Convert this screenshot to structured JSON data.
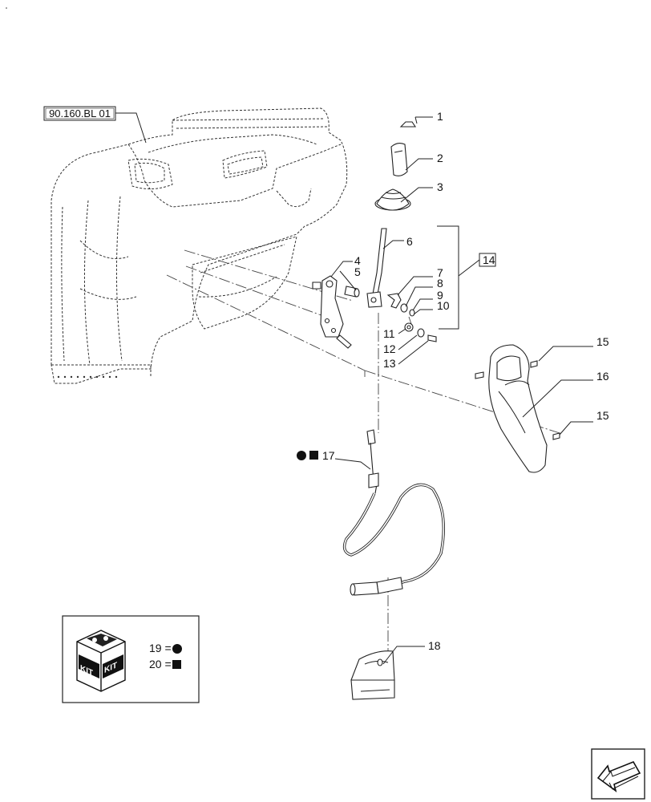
{
  "reference": {
    "text": "90.160.BL 01"
  },
  "callouts": [
    {
      "id": "c1",
      "text": "1"
    },
    {
      "id": "c2",
      "text": "2"
    },
    {
      "id": "c3",
      "text": "3"
    },
    {
      "id": "c4",
      "text": "4"
    },
    {
      "id": "c5",
      "text": "5"
    },
    {
      "id": "c6",
      "text": "6"
    },
    {
      "id": "c7",
      "text": "7"
    },
    {
      "id": "c8",
      "text": "8"
    },
    {
      "id": "c9",
      "text": "9"
    },
    {
      "id": "c10",
      "text": "10"
    },
    {
      "id": "c11",
      "text": "11"
    },
    {
      "id": "c12",
      "text": "12"
    },
    {
      "id": "c13",
      "text": "13"
    },
    {
      "id": "c14",
      "text": "14"
    },
    {
      "id": "c15a",
      "text": "15"
    },
    {
      "id": "c15b",
      "text": "15"
    },
    {
      "id": "c16",
      "text": "16"
    },
    {
      "id": "c17",
      "text": "17"
    },
    {
      "id": "c18",
      "text": "18"
    }
  ],
  "kit_box": {
    "badge_left": "KIT",
    "badge_right": "KIT",
    "legend": [
      {
        "text": "19 =",
        "symbol": "circle"
      },
      {
        "text": "20 =",
        "symbol": "square"
      }
    ]
  },
  "colors": {
    "line": "#222222",
    "background": "#ffffff"
  }
}
